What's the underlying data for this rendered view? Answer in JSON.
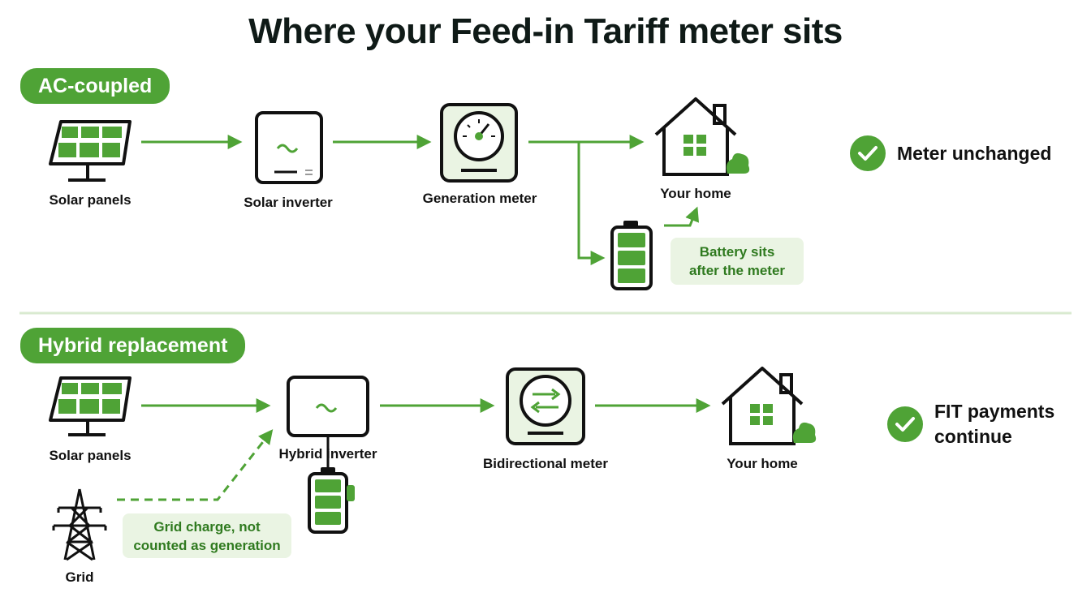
{
  "title": "Where your Feed-in Tariff  meter sits",
  "colors": {
    "accent": "#4fa336",
    "accent_light": "#eaf4e3",
    "ink": "#111111",
    "divider": "#d9ead0"
  },
  "ac_coupled": {
    "heading": "AC-coupled",
    "nodes": {
      "solar_panels": {
        "label": "Solar panels",
        "icon": "solar-panel-icon"
      },
      "solar_inverter": {
        "label": "Solar inverter",
        "icon": "inverter-icon"
      },
      "generation_meter": {
        "label": "Generation meter",
        "icon": "gauge-meter-icon"
      },
      "home": {
        "label": "Your home",
        "icon": "house-icon"
      },
      "battery": {
        "icon": "battery-icon"
      }
    },
    "note": {
      "line1": "Battery sits",
      "line2": "after the meter"
    },
    "status": "Meter unchanged"
  },
  "hybrid": {
    "heading": "Hybrid replacement",
    "nodes": {
      "solar_panels": {
        "label": "Solar panels",
        "icon": "solar-panel-icon"
      },
      "hybrid_inverter": {
        "label": "Hybrid inverter",
        "icon": "inverter-icon"
      },
      "bidirectional_meter": {
        "label": "Bidirectional meter",
        "icon": "bidirectional-meter-icon"
      },
      "home": {
        "label": "Your home",
        "icon": "house-icon"
      },
      "grid": {
        "label": "Grid",
        "icon": "pylon-icon"
      },
      "battery": {
        "icon": "battery-icon"
      }
    },
    "note": {
      "line1": "Grid charge, not",
      "line2": "counted as generation"
    },
    "status": {
      "line1": "FIT payments",
      "line2": "continue"
    }
  }
}
